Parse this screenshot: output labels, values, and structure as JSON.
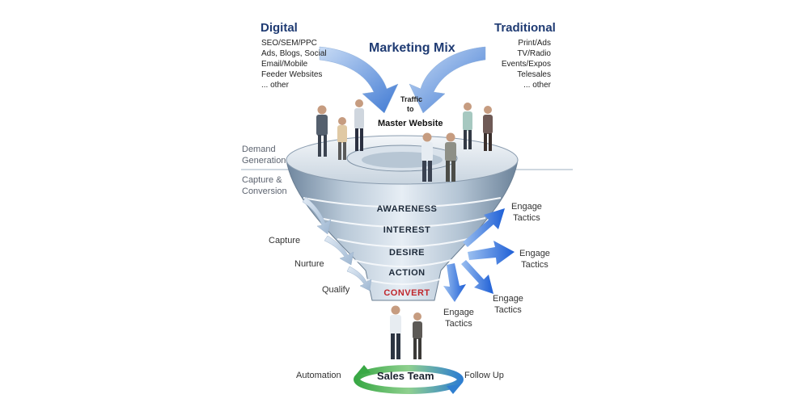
{
  "title": "Marketing Mix",
  "digital": {
    "heading": "Digital",
    "items": [
      "SEO/SEM/PPC",
      "Ads, Blogs, Social",
      "Email/Mobile",
      "Feeder Websites",
      "... other"
    ]
  },
  "traditional": {
    "heading": "Traditional",
    "items": [
      "Print/Ads",
      "TV/Radio",
      "Events/Expos",
      "Telesales",
      "... other"
    ]
  },
  "traffic": {
    "line1": "Traffic",
    "line2": "to",
    "line3": "Master Website"
  },
  "sections": {
    "demand_1": "Demand",
    "demand_2": "Generation",
    "capture_1": "Capture &",
    "capture_2": "Conversion"
  },
  "process": [
    "Capture",
    "Nurture",
    "Qualify"
  ],
  "funnel_stages": [
    "AWARENESS",
    "INTEREST",
    "DESIRE",
    "ACTION",
    "CONVERT"
  ],
  "engage": {
    "line1": "Engage",
    "line2": "Tactics"
  },
  "sales": {
    "team": "Sales Team",
    "left": "Automation",
    "right": "Follow Up"
  },
  "colors": {
    "heading": "#1f3b73",
    "convert": "#c0272d",
    "engage_arrow": "#2f6fe0",
    "funnel": "#9fb3c8"
  }
}
